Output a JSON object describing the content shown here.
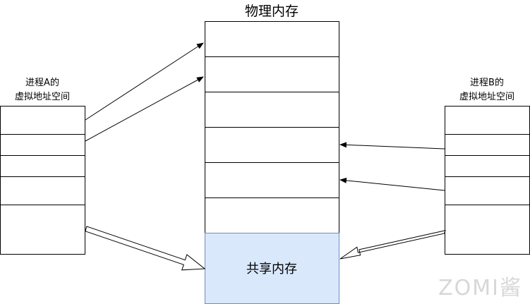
{
  "physical_memory": {
    "title": "物理内存",
    "shared_label": "共享内存",
    "shared_fill": "#dae8fc",
    "shared_stroke": "#6c8ebf"
  },
  "process_a": {
    "label_line1": "进程A的",
    "label_line2": "虚拟地址空间"
  },
  "process_b": {
    "label_line1": "进程B的",
    "label_line2": "虚拟地址空间"
  },
  "watermark": "ZOMI酱"
}
